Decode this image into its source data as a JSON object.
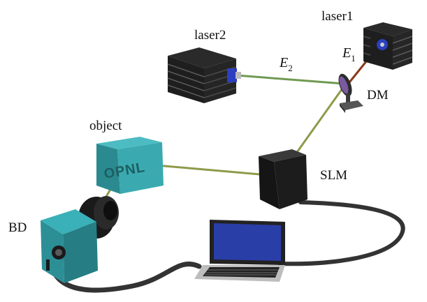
{
  "labels": {
    "laser1": "laser1",
    "laser2": "laser2",
    "e2_main": "E",
    "e2_sub": "2",
    "e1_main": "E",
    "e1_sub": "1",
    "dm": "DM",
    "object": "object",
    "slm": "SLM",
    "bd": "BD"
  },
  "object_text": "OPNL",
  "colors": {
    "laser_body": "#1e1e1e",
    "laser_fin_line": "#5a5a5a",
    "laser_aperture": "#2b3fc0",
    "beam1": "#8a3a1c",
    "beam2": "#6f9a52",
    "combined_beam": "#8f9a4a",
    "object_face": "#3aaab0",
    "object_side": "#2a8a90",
    "camera_body": "#2d8f96",
    "cable": "#333333",
    "screen": "#2a3ea8"
  }
}
